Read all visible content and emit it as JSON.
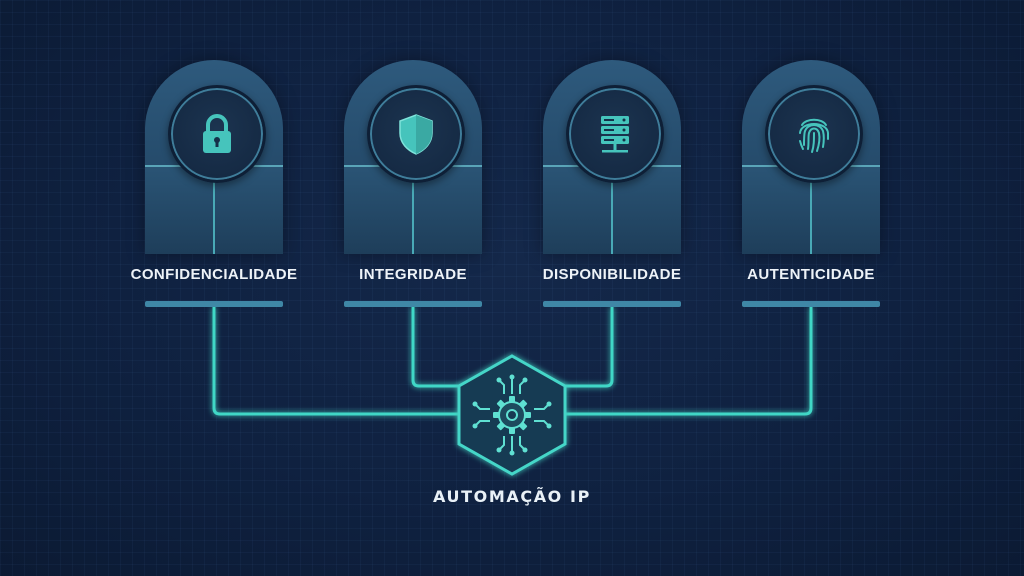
{
  "pillars": [
    {
      "label": "CONFIDENCIALIDADE",
      "icon": "lock-icon"
    },
    {
      "label": "INTEGRIDADE",
      "icon": "shield-icon"
    },
    {
      "label": "DISPONIBILIDADE",
      "icon": "server-icon"
    },
    {
      "label": "AUTENTICIDADE",
      "icon": "fingerprint-icon"
    }
  ],
  "hub": {
    "label": "AUTOMAÇÃO IP",
    "icon": "gear-circuit-icon"
  },
  "colors": {
    "background": "#0f2140",
    "accent": "#3ec6c0",
    "pillar": "#2a5475",
    "text": "#eef3f8"
  }
}
